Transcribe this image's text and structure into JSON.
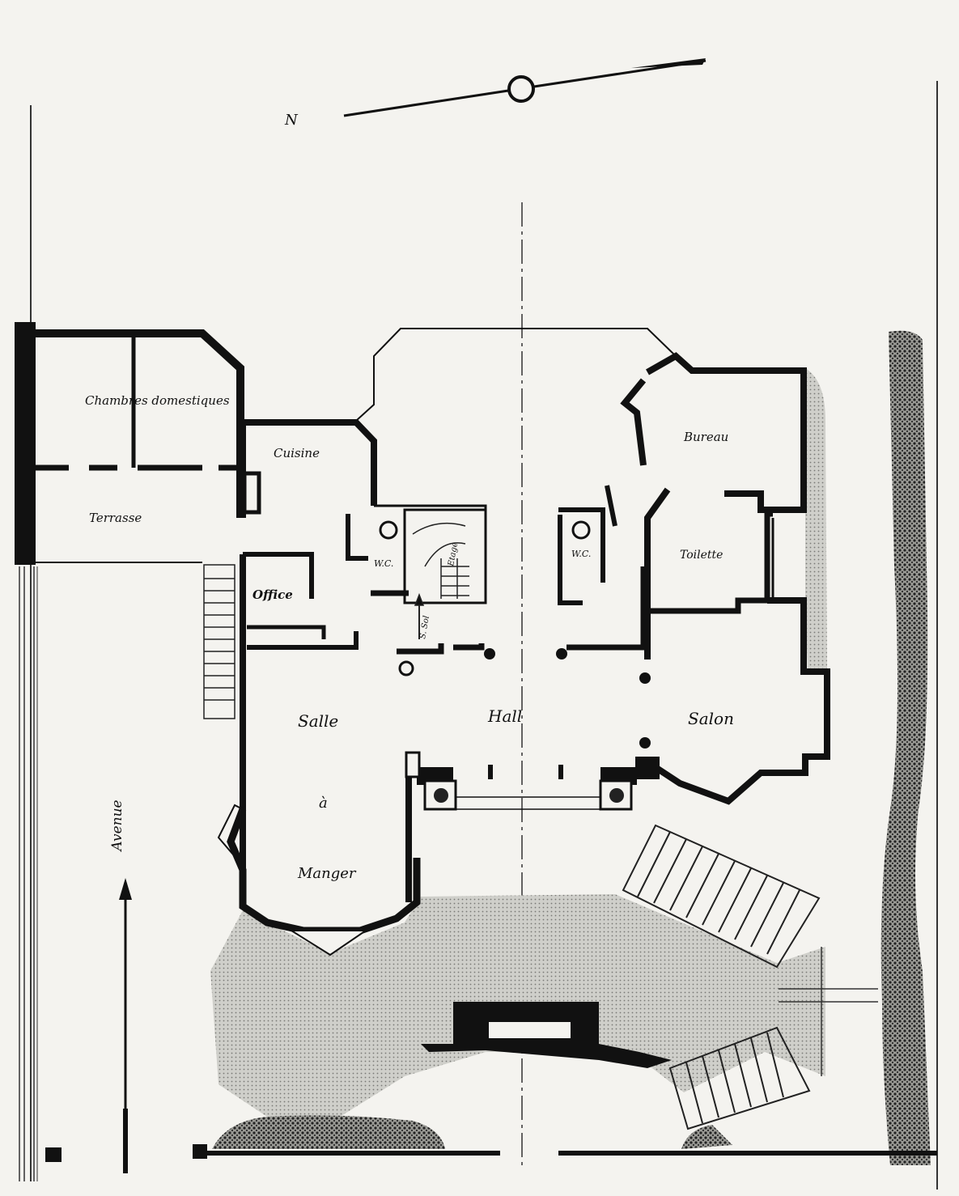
{
  "north_label": "N",
  "street_label": "Avenue",
  "rooms": {
    "chambres": "Chambres domestiques",
    "terrasse": "Terrasse",
    "cuisine": "Cuisine",
    "office": "Office",
    "wc_left": "W.C.",
    "wc_right": "W.C.",
    "bureau": "Bureau",
    "toilette": "Toilette",
    "salle": "Salle",
    "a": "à",
    "manger": "Manger",
    "hall": "Hall",
    "salon": "Salon",
    "etage": "Etage",
    "sous_sol": "S. Sol"
  },
  "colors": {
    "wall": "#111111",
    "paper": "#f4f3ef",
    "shade": "#c9c9c4",
    "hedge": "#2a2a2a"
  }
}
